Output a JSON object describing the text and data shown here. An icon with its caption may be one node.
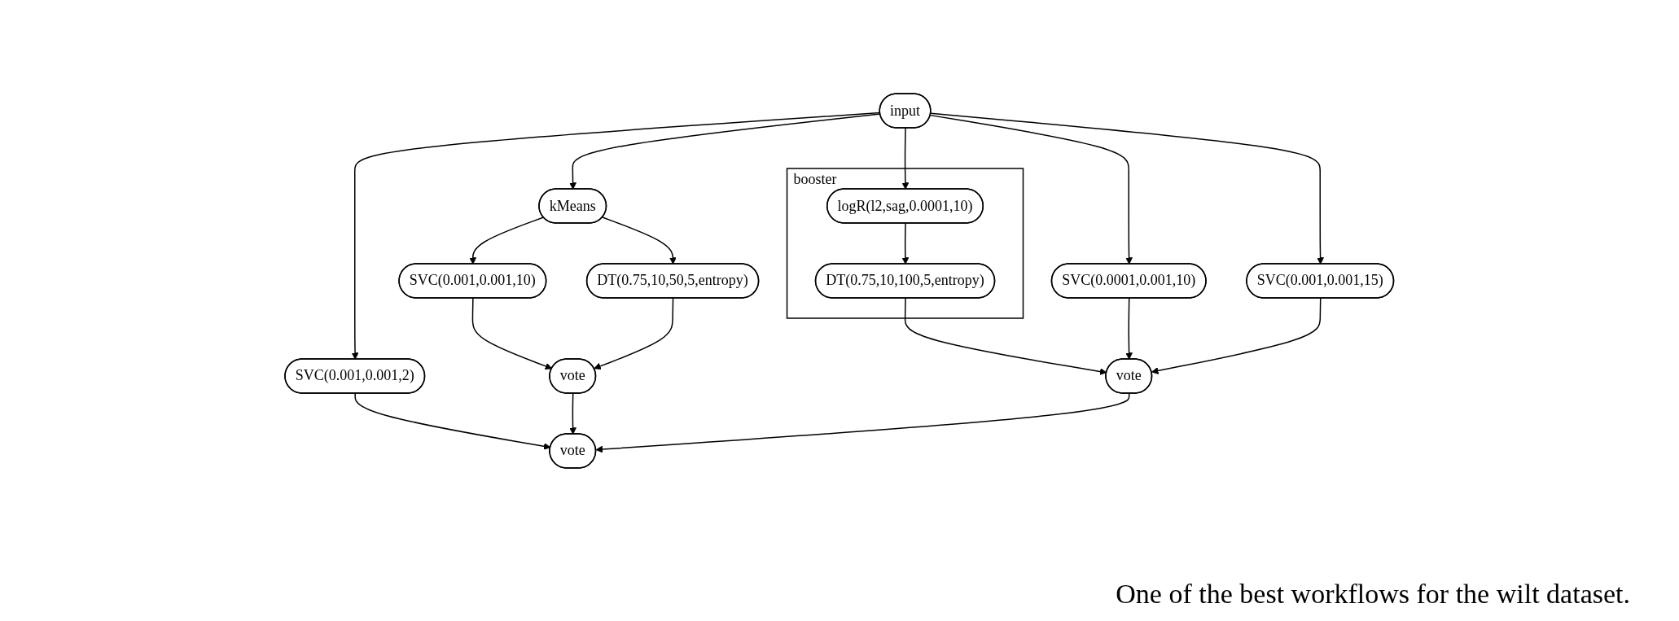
{
  "diagram": {
    "caption": "One of the best workflows for the wilt dataset.",
    "nodes": [
      {
        "text": [
          "input"
        ]
      },
      {
        "text": [
          "SVC(0.001,0.001,2)"
        ]
      },
      {
        "text": [
          "kMeans"
        ]
      },
      {
        "text": [
          "SVC(0.0001,0.001,10)"
        ]
      },
      {
        "text": [
          "SVC(0.001,0.001,15)"
        ]
      },
      {
        "text": [
          "booster"
        ]
      },
      {
        "text": [
          "logR(l2,sag,0.0001,10)"
        ],
        "in": 5
      },
      {
        "text": [
          "DT(0.75,10,100,5,entropy)"
        ],
        "in": 5
      },
      {
        "text": [
          "SVC(0.001,0.001,10)"
        ]
      },
      {
        "text": [
          "DT(0.75,10,50,5,entropy)"
        ]
      },
      {
        "text": [
          "vote"
        ]
      },
      {
        "text": [
          "vote"
        ]
      },
      {
        "text": [
          "vote"
        ]
      }
    ],
    "edges": [
      {
        "from": 0,
        "to": 1,
        "arrow": "to"
      },
      {
        "from": 0,
        "to": 2,
        "arrow": "to"
      },
      {
        "from": 0,
        "to": 3,
        "arrow": "to"
      },
      {
        "from": 0,
        "to": 4,
        "arrow": "to"
      },
      {
        "from": 0,
        "to": 6,
        "arrow": "to"
      },
      {
        "from": 6,
        "to": 7,
        "arrow": "to"
      },
      {
        "from": 7,
        "to": 10,
        "arrow": "to"
      },
      {
        "from": 2,
        "to": 8,
        "arrow": "to"
      },
      {
        "from": 2,
        "to": 9,
        "arrow": "to"
      },
      {
        "from": 3,
        "to": 10,
        "arrow": "to"
      },
      {
        "from": 4,
        "to": 10,
        "arrow": "to"
      },
      {
        "from": 8,
        "to": 11,
        "arrow": "to"
      },
      {
        "from": 9,
        "to": 11,
        "arrow": "to"
      },
      {
        "from": 1,
        "to": 12,
        "arrow": "to"
      },
      {
        "from": 11,
        "to": 12,
        "arrow": "to"
      },
      {
        "from": 10,
        "to": 12,
        "arrow": "to"
      }
    ]
  }
}
